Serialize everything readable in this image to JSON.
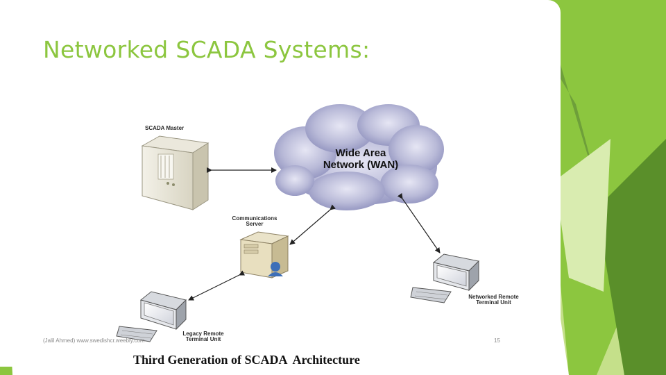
{
  "title": "Networked SCADA Systems:",
  "diagram": {
    "nodes": {
      "scada_master": "SCADA Master",
      "communications_server": "Communications\nServer",
      "wan": "Wide Area\nNetwork (WAN)",
      "networked_rtu": "Networked Remote\nTerminal Unit",
      "legacy_rtu": "Legacy Remote\nTerminal Unit"
    },
    "caption": "Third Generation of SCADA  Architecture"
  },
  "footer": {
    "text": "(Jalil Ahmed) www.swedishcr.weebly.com",
    "page_number": "15"
  },
  "colors": {
    "title": "#8cc63f",
    "accent_green": "#8cc63f",
    "dark_green": "#5a8f2a",
    "light_green": "#c5e08a",
    "cloud": "#b7b8d6"
  }
}
